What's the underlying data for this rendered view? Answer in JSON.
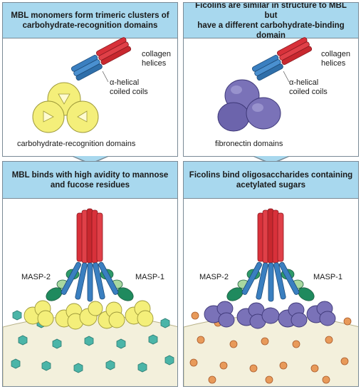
{
  "panels": {
    "top_left": {
      "title_line1": "MBL monomers form trimeric clusters of",
      "title_line2": "carbohydrate-recognition domains",
      "label_collagen_1": "collagen",
      "label_collagen_2": "helices",
      "label_coiled_1": "α-helical",
      "label_coiled_2": "coiled coils",
      "label_domains": "carbohydrate-recognition domains"
    },
    "top_right": {
      "title_line1": "Ficolins are similar in structure to MBL but",
      "title_line2": "have a different carbohydrate-binding domain",
      "label_collagen_1": "collagen",
      "label_collagen_2": "helices",
      "label_coiled_1": "α-helical",
      "label_coiled_2": "coiled coils",
      "label_domains": "fibronectin domains"
    },
    "bottom_left": {
      "title_line1": "MBL binds with high avidity to mannose",
      "title_line2": "and fucose residues",
      "label_masp2": "MASP-2",
      "label_masp1": "MASP-1"
    },
    "bottom_right": {
      "title_line1": "Ficolins bind oligosaccharides containing",
      "title_line2": "acetylated sugars",
      "label_masp2": "MASP-2",
      "label_masp1": "MASP-1"
    }
  },
  "colors": {
    "header_bg": "#a8d8ee",
    "collagen_red": "#d8313a",
    "coil_blue": "#3a7fc0",
    "crd_yellow": "#f4ef7a",
    "fibronectin_purple": "#7a72b8",
    "masp_green": "#2e9a6a",
    "mannose_teal": "#4bb5a8",
    "acetyl_orange": "#e89a5a",
    "surface_cream": "#f3f0dc"
  }
}
